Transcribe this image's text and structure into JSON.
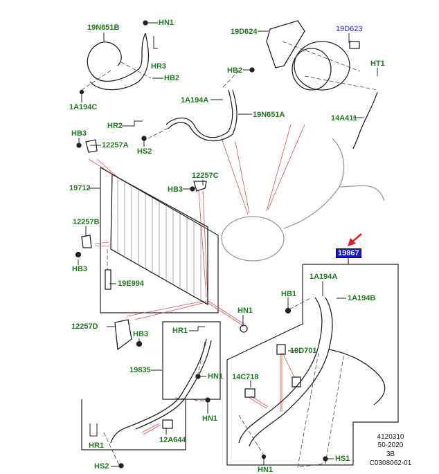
{
  "diagram": {
    "title": "Air conditioning refrigerant lines and components exploded view",
    "label_color": "#1e7a1e",
    "highlight_color": "#1414e6",
    "leader_color_red": "#e05050",
    "callouts": {
      "c19N651B": "19N651B",
      "cHN1_top": "HN1",
      "cHR3": "HR3",
      "cHB2_top": "HB2",
      "c1A194C": "1A194C",
      "c19D624": "19D624",
      "c19D623": "19D623",
      "cHT1": "HT1",
      "cHB2_mid": "HB2",
      "c1A194A_top": "1A194A",
      "c19N651A": "19N651A",
      "c14A411": "14A411",
      "cHR2": "HR2",
      "cHS2_top": "HS2",
      "cHB3_a": "HB3",
      "c12257A": "12257A",
      "c12257C": "12257C",
      "cHB3_c": "HB3",
      "c19712": "19712",
      "c12257B": "12257B",
      "cHB3_b": "HB3",
      "c19E994": "19E994",
      "c19867": "19867",
      "c1A194A_r": "1A194A",
      "cHB1": "HB1",
      "c1A194B": "1A194B",
      "cHN1_mid": "HN1",
      "c12257D": "12257D",
      "cHB3_d": "HB3",
      "cHR1_top": "HR1",
      "c19835": "19835",
      "cHN1_b1": "HN1",
      "c19D701": "19D701",
      "c14C718": "14C718",
      "cHN1_b2": "HN1",
      "c12A644": "12A644",
      "cHR1_bot": "HR1",
      "cHS2_bot": "HS2",
      "cHN1_b3": "HN1",
      "cHS1": "HS1"
    },
    "reference": {
      "line1": "4120310",
      "line2": "50-2020",
      "line3": "3B",
      "line4": "C0308062-01"
    }
  }
}
